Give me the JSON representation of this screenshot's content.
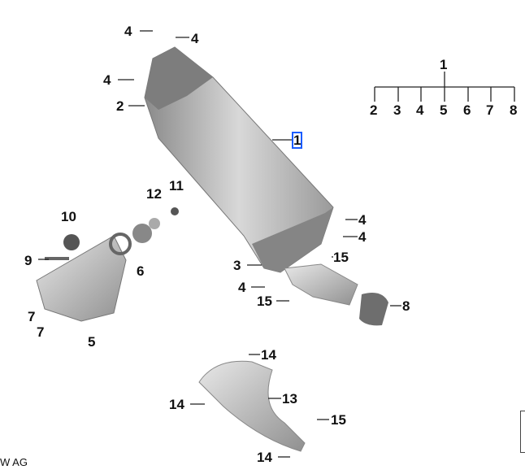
{
  "diagram": {
    "callouts": [
      "4",
      "4",
      "4",
      "2",
      "1",
      "12",
      "11",
      "10",
      "9",
      "6",
      "7",
      "7",
      "5",
      "3",
      "4",
      "4",
      "4",
      "15",
      "15",
      "8",
      "14",
      "13",
      "14",
      "15",
      "14"
    ],
    "legend": {
      "root": "1",
      "children": [
        "2",
        "3",
        "4",
        "5",
        "6",
        "7",
        "8"
      ]
    },
    "copyright": "W AG",
    "selected_callout": "1",
    "highlight_color": "#1a5cff"
  }
}
